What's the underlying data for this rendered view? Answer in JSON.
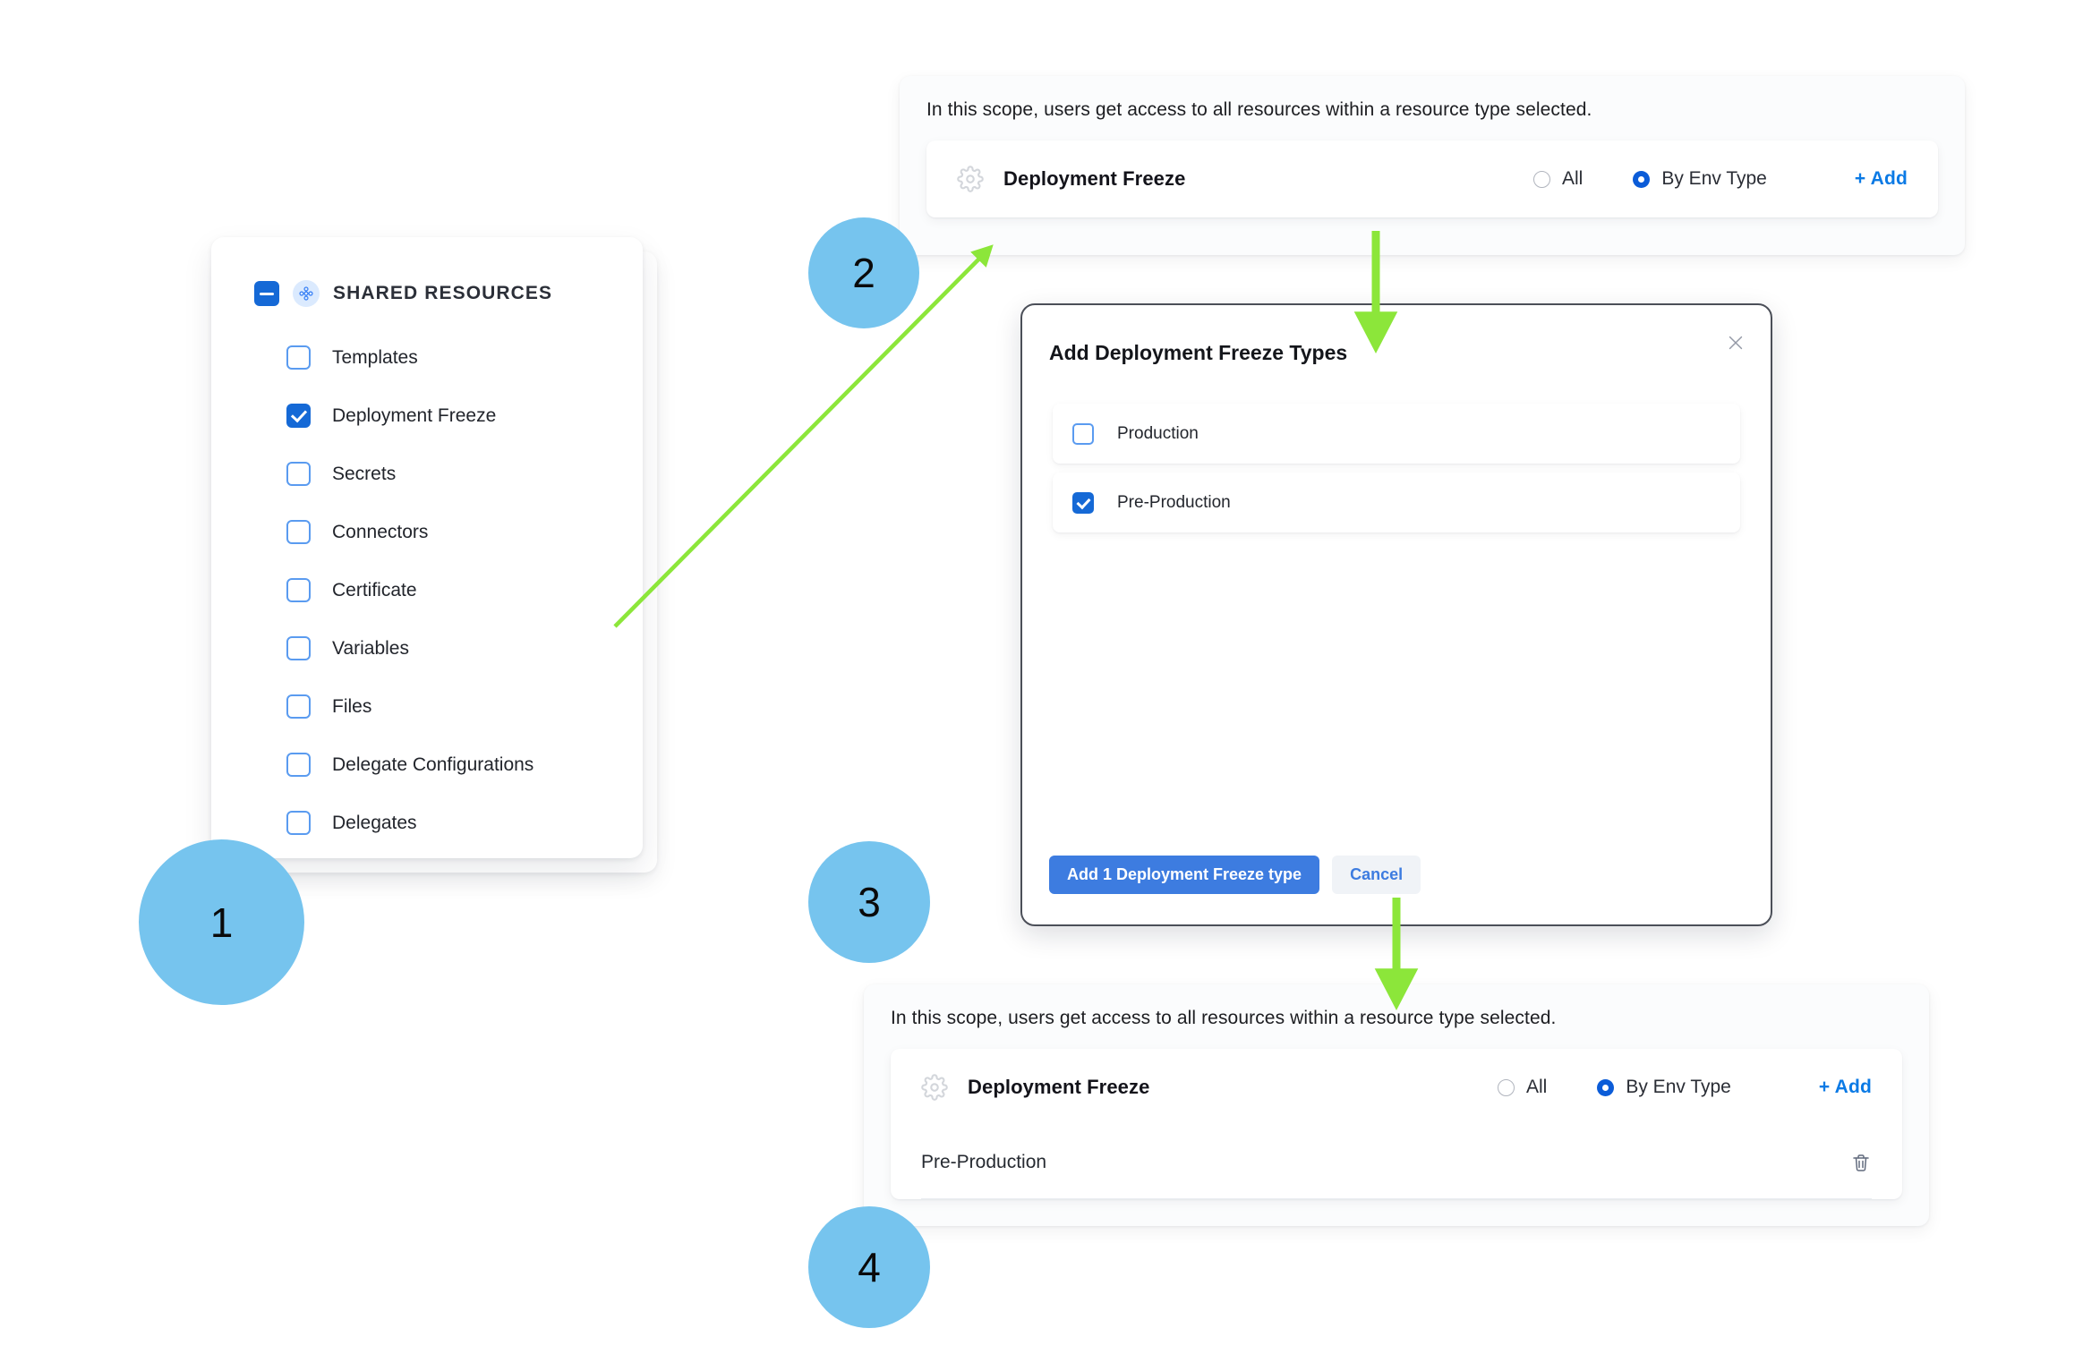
{
  "steps": [
    {
      "number": "1"
    },
    {
      "number": "2"
    },
    {
      "number": "3"
    },
    {
      "number": "4"
    }
  ],
  "tree": {
    "header_label": "SHARED RESOURCES",
    "header_checkbox_state": "indeterminate",
    "items": [
      {
        "label": "Templates",
        "checked": false
      },
      {
        "label": "Deployment Freeze",
        "checked": true
      },
      {
        "label": "Secrets",
        "checked": false
      },
      {
        "label": "Connectors",
        "checked": false
      },
      {
        "label": "Certificate",
        "checked": false
      },
      {
        "label": "Variables",
        "checked": false
      },
      {
        "label": "Files",
        "checked": false
      },
      {
        "label": "Delegate Configurations",
        "checked": false
      },
      {
        "label": "Delegates",
        "checked": false
      }
    ]
  },
  "scope_panel_before": {
    "note": "In this scope, users get access to all resources within a resource type selected.",
    "resource_title": "Deployment Freeze",
    "radio_all_label": "All",
    "radio_env_label": "By Env Type",
    "radio_selected": "By Env Type",
    "add_label": "+ Add",
    "env_rows": []
  },
  "scope_panel_after": {
    "note": "In this scope, users get access to all resources within a resource type selected.",
    "resource_title": "Deployment Freeze",
    "radio_all_label": "All",
    "radio_env_label": "By Env Type",
    "radio_selected": "By Env Type",
    "add_label": "+ Add",
    "env_rows": [
      {
        "label": "Pre-Production"
      }
    ]
  },
  "modal": {
    "title": "Add Deployment Freeze Types",
    "options": [
      {
        "label": "Production",
        "checked": false
      },
      {
        "label": "Pre-Production",
        "checked": true
      }
    ],
    "primary_button": "Add 1 Deployment Freeze type",
    "secondary_button": "Cancel"
  },
  "colors": {
    "accent_blue": "#1569d6",
    "link_blue": "#0b7ae5",
    "step_badge": "#76c4ee",
    "arrow_green": "#8ce63a",
    "panel_bg": "#fbfcfd",
    "modal_border": "#4b4f58"
  }
}
